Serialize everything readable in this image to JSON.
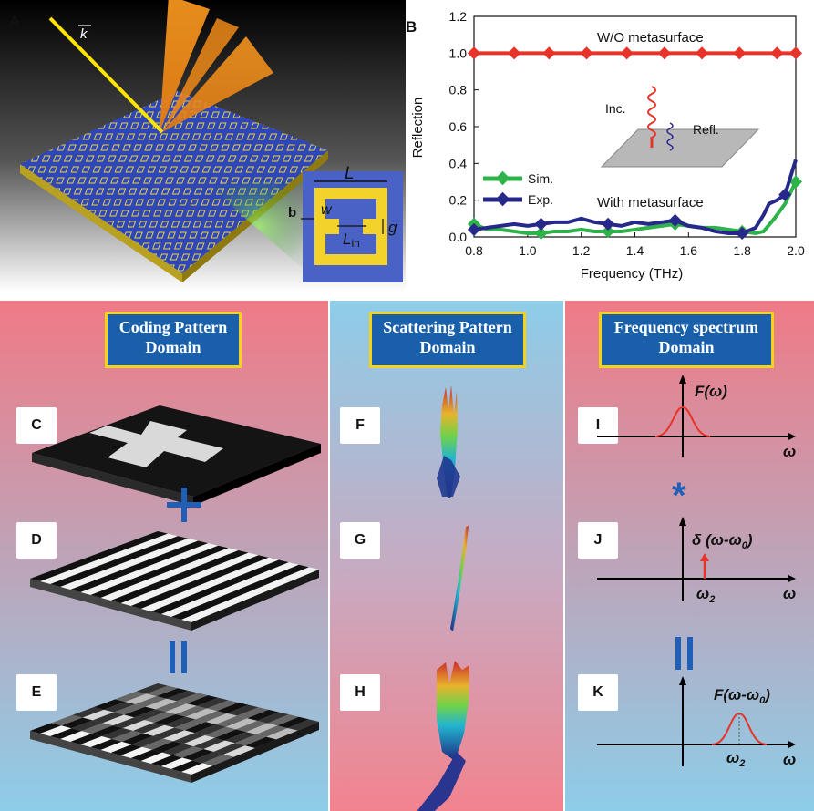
{
  "panel_labels": {
    "a": "A",
    "b": "B",
    "c": "C",
    "d": "D",
    "e": "E",
    "f": "F",
    "g": "G",
    "h": "H",
    "i": "I",
    "j": "J",
    "k": "K"
  },
  "figure_a": {
    "k_label": "k",
    "inset_label": "b",
    "inset_dims": {
      "L": "L",
      "w": "w",
      "g": "g",
      "Lin_main": "L",
      "Lin_sub": "in"
    }
  },
  "chart_data": {
    "type": "line",
    "xlabel": "Frequency (THz)",
    "ylabel": "Reflection",
    "xlim": [
      0.8,
      2.0
    ],
    "ylim": [
      0.0,
      1.2
    ],
    "x_ticks": [
      "0.8",
      "1.0",
      "1.2",
      "1.4",
      "1.6",
      "1.8",
      "2.0"
    ],
    "y_ticks": [
      "0.0",
      "0.2",
      "0.4",
      "0.6",
      "0.8",
      "1.0",
      "1.2"
    ],
    "annotations": [
      "W/O metasurface",
      "With metasurface",
      "Inc.",
      "Refl."
    ],
    "legend": {
      "placement": "bottom-left",
      "entries": [
        "Sim.",
        "Exp."
      ]
    },
    "series": [
      {
        "name": "W/O",
        "color": "#e8332a",
        "marker": "diamond",
        "x": [
          0.8,
          0.95,
          1.08,
          1.22,
          1.37,
          1.51,
          1.65,
          1.79,
          1.93,
          2.0
        ],
        "y": [
          1.0,
          1.0,
          1.0,
          1.0,
          1.0,
          1.0,
          1.0,
          1.0,
          1.0,
          1.0
        ]
      },
      {
        "name": "Sim.",
        "color": "#2db34a",
        "marker": "diamond",
        "x": [
          0.8,
          0.85,
          0.9,
          0.95,
          1.0,
          1.05,
          1.1,
          1.15,
          1.2,
          1.25,
          1.3,
          1.35,
          1.4,
          1.45,
          1.5,
          1.55,
          1.6,
          1.65,
          1.7,
          1.75,
          1.8,
          1.85,
          1.88,
          1.92,
          1.96,
          2.0
        ],
        "y": [
          0.07,
          0.04,
          0.04,
          0.03,
          0.02,
          0.02,
          0.03,
          0.03,
          0.04,
          0.03,
          0.03,
          0.03,
          0.04,
          0.05,
          0.06,
          0.07,
          0.06,
          0.05,
          0.05,
          0.04,
          0.03,
          0.02,
          0.03,
          0.1,
          0.18,
          0.3
        ]
      },
      {
        "name": "Exp.",
        "color": "#26288a",
        "marker": "diamond",
        "x": [
          0.8,
          0.85,
          0.9,
          0.95,
          1.0,
          1.05,
          1.1,
          1.15,
          1.2,
          1.25,
          1.3,
          1.35,
          1.4,
          1.45,
          1.5,
          1.55,
          1.6,
          1.65,
          1.7,
          1.75,
          1.8,
          1.85,
          1.88,
          1.9,
          1.93,
          1.96,
          2.0
        ],
        "y": [
          0.04,
          0.05,
          0.06,
          0.07,
          0.06,
          0.07,
          0.08,
          0.08,
          0.1,
          0.08,
          0.07,
          0.06,
          0.08,
          0.07,
          0.08,
          0.09,
          0.06,
          0.05,
          0.03,
          0.02,
          0.02,
          0.05,
          0.12,
          0.18,
          0.2,
          0.23,
          0.42
        ]
      }
    ]
  },
  "columns": {
    "coding": {
      "title_line1": "Coding Pattern",
      "title_line2": "Domain",
      "plus": "+",
      "equals": "||"
    },
    "scattering": {
      "title_line1": "Scattering Pattern",
      "title_line2": "Domain"
    },
    "frequency": {
      "title_line1": "Frequency spectrum",
      "title_line2": "Domain",
      "convolve": "*",
      "equals": "||"
    }
  },
  "spectra": {
    "i": {
      "label": "F(ω)",
      "axis": "ω"
    },
    "j": {
      "label": "δ (ω-ω",
      "label_sub": "0",
      "label_end": ")",
      "marker": "ω",
      "marker_sub": "2",
      "axis": "ω"
    },
    "k": {
      "label": "F(ω-ω",
      "label_sub": "0",
      "label_end": ")",
      "marker": "ω",
      "marker_sub": "2",
      "axis": "ω"
    }
  },
  "colors": {
    "red_band": "#f07b86",
    "blue_band": "#86cbe9",
    "title_box": "#1a5faa",
    "title_border": "#f3d21a",
    "sign_blue": "#1f5fb8",
    "stem_red": "#e8332a"
  }
}
